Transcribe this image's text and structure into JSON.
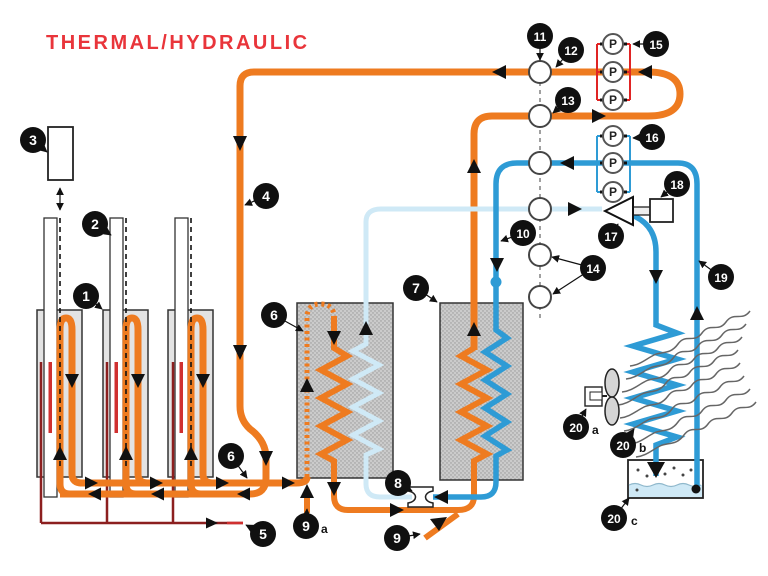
{
  "title": "THERMAL/HYDRAULIC",
  "pump_label": "P",
  "callouts": {
    "n1": "1",
    "n2": "2",
    "n3": "3",
    "n4": "4",
    "n5": "5",
    "n6_coil": "6",
    "n6_line": "6",
    "n7": "7",
    "n8": "8",
    "n9": "9",
    "n9a": "9",
    "n10": "10",
    "n11": "11",
    "n12": "12",
    "n13": "13",
    "n14": "14",
    "n15": "15",
    "n16": "16",
    "n17": "17",
    "n18": "18",
    "n19": "19",
    "n20a": "20",
    "n20b": "20",
    "n20c": "20"
  },
  "sublabels": {
    "s9a": "a",
    "s20a": "a",
    "s20b": "b",
    "s20c": "c"
  },
  "colors": {
    "hot_loop_orange": "#ee7b20",
    "cold_loop_blue": "#2e9bd5",
    "pale_coolant": "#cfe9f6",
    "title_red": "#e9353b",
    "pump_rail_red": "#e02424",
    "heater_red": "#d03030",
    "lead_maroon": "#8c1f1f"
  }
}
